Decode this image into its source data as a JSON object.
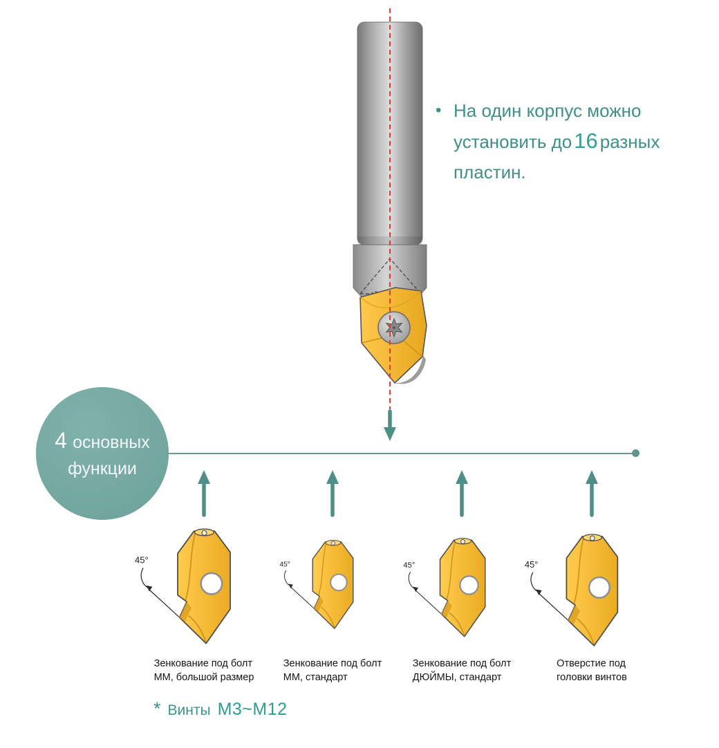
{
  "note": {
    "bullet": "•",
    "line1": "На один корпус можно",
    "line2_pre": "установить до",
    "big_number": "16",
    "line2_post": "разных",
    "line3": "пластин."
  },
  "hub": {
    "number": "4",
    "word1": "основных",
    "word2": "функции"
  },
  "inserts": [
    {
      "angle": "45°",
      "label1": "Зенкование под болт",
      "label2": "ММ, большой размер"
    },
    {
      "angle": "45°",
      "label1": "Зенкование под болт",
      "label2": "ММ, стандарт"
    },
    {
      "angle": "45°",
      "label1": "Зенкование под болт",
      "label2": "ДЮЙМЫ, стандарт"
    },
    {
      "angle": "45°",
      "label1": "Отверстие под",
      "label2": "головки винтов"
    }
  ],
  "footnote": {
    "star": "*",
    "label": "Винты",
    "range": "M3~M12"
  },
  "colors": {
    "teal": "#3F8F86",
    "teal_light": "#6CA19A",
    "yellow": "#F5B92E",
    "red": "#E23B30",
    "gray": "#9A9A9A"
  }
}
